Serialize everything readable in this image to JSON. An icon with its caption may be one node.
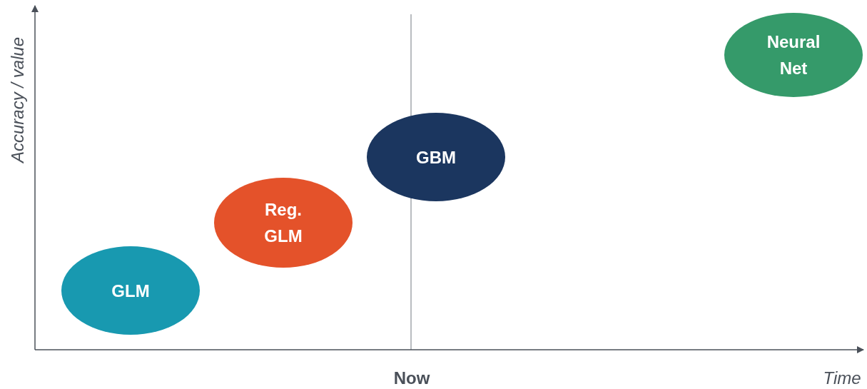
{
  "diagram": {
    "nodes": [
      {
        "text": [
          "GLM"
        ]
      },
      {
        "text": [
          "Reg. GLM"
        ]
      },
      {
        "text": [
          "GBM"
        ]
      },
      {
        "text": [
          "Neural Net"
        ]
      }
    ],
    "edges": [],
    "labels": [
      "Accuracy / value",
      "Now",
      "Time"
    ]
  }
}
